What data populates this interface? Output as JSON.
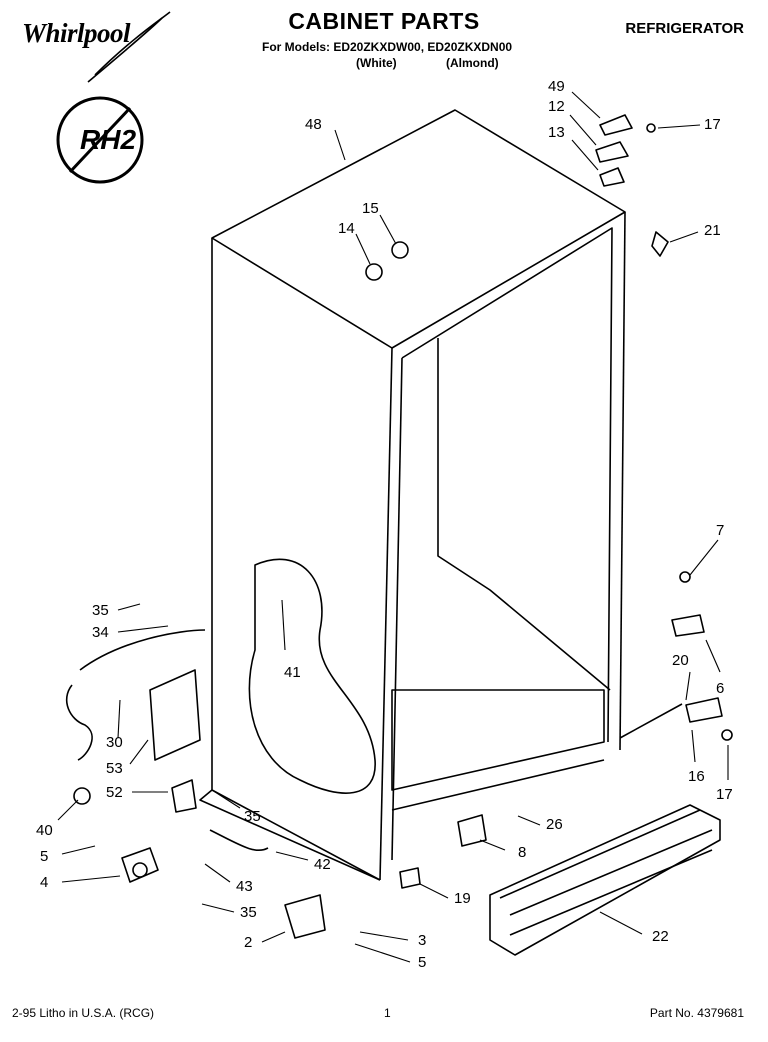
{
  "header": {
    "brand": "Whirlpool",
    "title": "CABINET PARTS",
    "subtitle": "For Models: ED20ZKXDW00, ED20ZKXDN00",
    "variant_white": "(White)",
    "variant_almond": "(Almond)",
    "category": "REFRIGERATOR"
  },
  "badge": {
    "text": "RH2"
  },
  "footer": {
    "left": "2-95  Litho in U.S.A. (RCG)",
    "page": "1",
    "part_no": "Part No. 4379681"
  },
  "callouts": [
    "48",
    "49",
    "12",
    "13",
    "17",
    "15",
    "14",
    "21",
    "7",
    "35",
    "34",
    "41",
    "20",
    "6",
    "30",
    "53",
    "52",
    "16",
    "17",
    "40",
    "35",
    "26",
    "5",
    "8",
    "42",
    "4",
    "43",
    "19",
    "35",
    "22",
    "2",
    "3",
    "5"
  ]
}
